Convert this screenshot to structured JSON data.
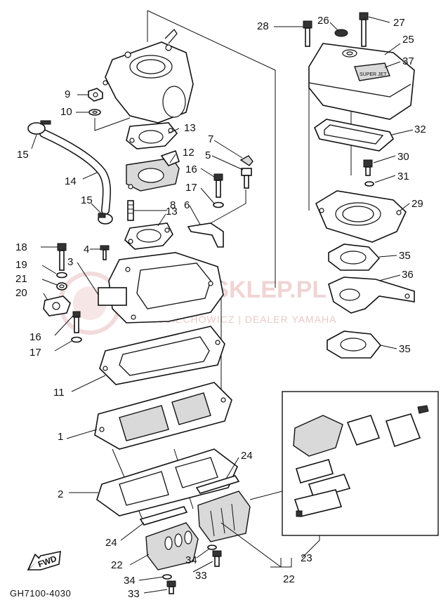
{
  "diagram": {
    "drawing_code": "GH7100-4030",
    "fwd_label": "FWD",
    "watermark": {
      "main": "YAMA-SKLEP.PL",
      "sub": "WOJCIECHOWICZ | DEALER YAMAHA"
    },
    "cover_badge": "SUPER JET",
    "callouts": [
      {
        "id": "c1",
        "label": "1"
      },
      {
        "id": "c2",
        "label": "2"
      },
      {
        "id": "c3",
        "label": "3"
      },
      {
        "id": "c4",
        "label": "4"
      },
      {
        "id": "c5",
        "label": "5"
      },
      {
        "id": "c6",
        "label": "6"
      },
      {
        "id": "c7",
        "label": "7"
      },
      {
        "id": "c8",
        "label": "8"
      },
      {
        "id": "c9",
        "label": "9"
      },
      {
        "id": "c10",
        "label": "10"
      },
      {
        "id": "c11",
        "label": "11"
      },
      {
        "id": "c12",
        "label": "12"
      },
      {
        "id": "c13a",
        "label": "13"
      },
      {
        "id": "c13b",
        "label": "13"
      },
      {
        "id": "c14",
        "label": "14"
      },
      {
        "id": "c15a",
        "label": "15"
      },
      {
        "id": "c15b",
        "label": "15"
      },
      {
        "id": "c16a",
        "label": "16"
      },
      {
        "id": "c16b",
        "label": "16"
      },
      {
        "id": "c17a",
        "label": "17"
      },
      {
        "id": "c17b",
        "label": "17"
      },
      {
        "id": "c18",
        "label": "18"
      },
      {
        "id": "c19",
        "label": "19"
      },
      {
        "id": "c20",
        "label": "20"
      },
      {
        "id": "c21",
        "label": "21"
      },
      {
        "id": "c22a",
        "label": "22"
      },
      {
        "id": "c22b",
        "label": "22"
      },
      {
        "id": "c23",
        "label": "23"
      },
      {
        "id": "c24a",
        "label": "24"
      },
      {
        "id": "c24b",
        "label": "24"
      },
      {
        "id": "c25",
        "label": "25"
      },
      {
        "id": "c26",
        "label": "26"
      },
      {
        "id": "c27",
        "label": "27"
      },
      {
        "id": "c28",
        "label": "28"
      },
      {
        "id": "c29",
        "label": "29"
      },
      {
        "id": "c30",
        "label": "30"
      },
      {
        "id": "c31",
        "label": "31"
      },
      {
        "id": "c32",
        "label": "32"
      },
      {
        "id": "c33a",
        "label": "33"
      },
      {
        "id": "c33b",
        "label": "33"
      },
      {
        "id": "c34a",
        "label": "34"
      },
      {
        "id": "c34b",
        "label": "34"
      },
      {
        "id": "c35a",
        "label": "35"
      },
      {
        "id": "c35b",
        "label": "35"
      },
      {
        "id": "c36",
        "label": "36"
      },
      {
        "id": "c37",
        "label": "37"
      }
    ]
  }
}
